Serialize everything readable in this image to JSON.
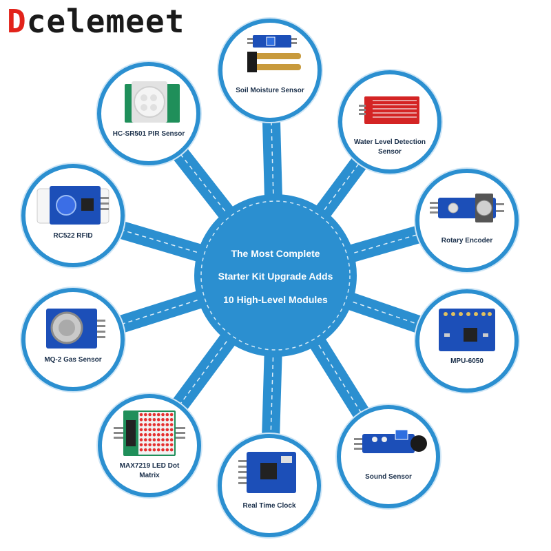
{
  "brand": {
    "first_letter": "D",
    "rest": "celemeet"
  },
  "center": {
    "line1": "The Most Complete",
    "line2": "Starter Kit Upgrade Adds",
    "line3": "10 High-Level Modules"
  },
  "colors": {
    "accent": "#2b8fd0",
    "brand_red": "#e2231a",
    "board_blue": "#1c4fb8",
    "board_red": "#d42424"
  },
  "modules": {
    "soil": {
      "label": "Soil Moisture Sensor",
      "icon": "soil-moisture-sensor-icon"
    },
    "water": {
      "label": "Water Level Detection Sensor",
      "icon": "water-level-sensor-icon"
    },
    "rotary": {
      "label": "Rotary Encoder",
      "icon": "rotary-encoder-icon"
    },
    "mpu": {
      "label": "MPU-6050",
      "icon": "mpu6050-board-icon"
    },
    "sound": {
      "label": "Sound Sensor",
      "icon": "sound-sensor-icon"
    },
    "rtc": {
      "label": "Real Time Clock",
      "icon": "real-time-clock-icon"
    },
    "max": {
      "label": "MAX7219 LED Dot Matrix",
      "icon": "led-dot-matrix-icon"
    },
    "mq2": {
      "label": "MQ-2 Gas Sensor",
      "icon": "gas-sensor-icon"
    },
    "rfid": {
      "label": "RC522 RFID",
      "icon": "rfid-reader-icon"
    },
    "pir": {
      "label": "HC-SR501 PIR Sensor",
      "icon": "pir-sensor-icon"
    }
  }
}
